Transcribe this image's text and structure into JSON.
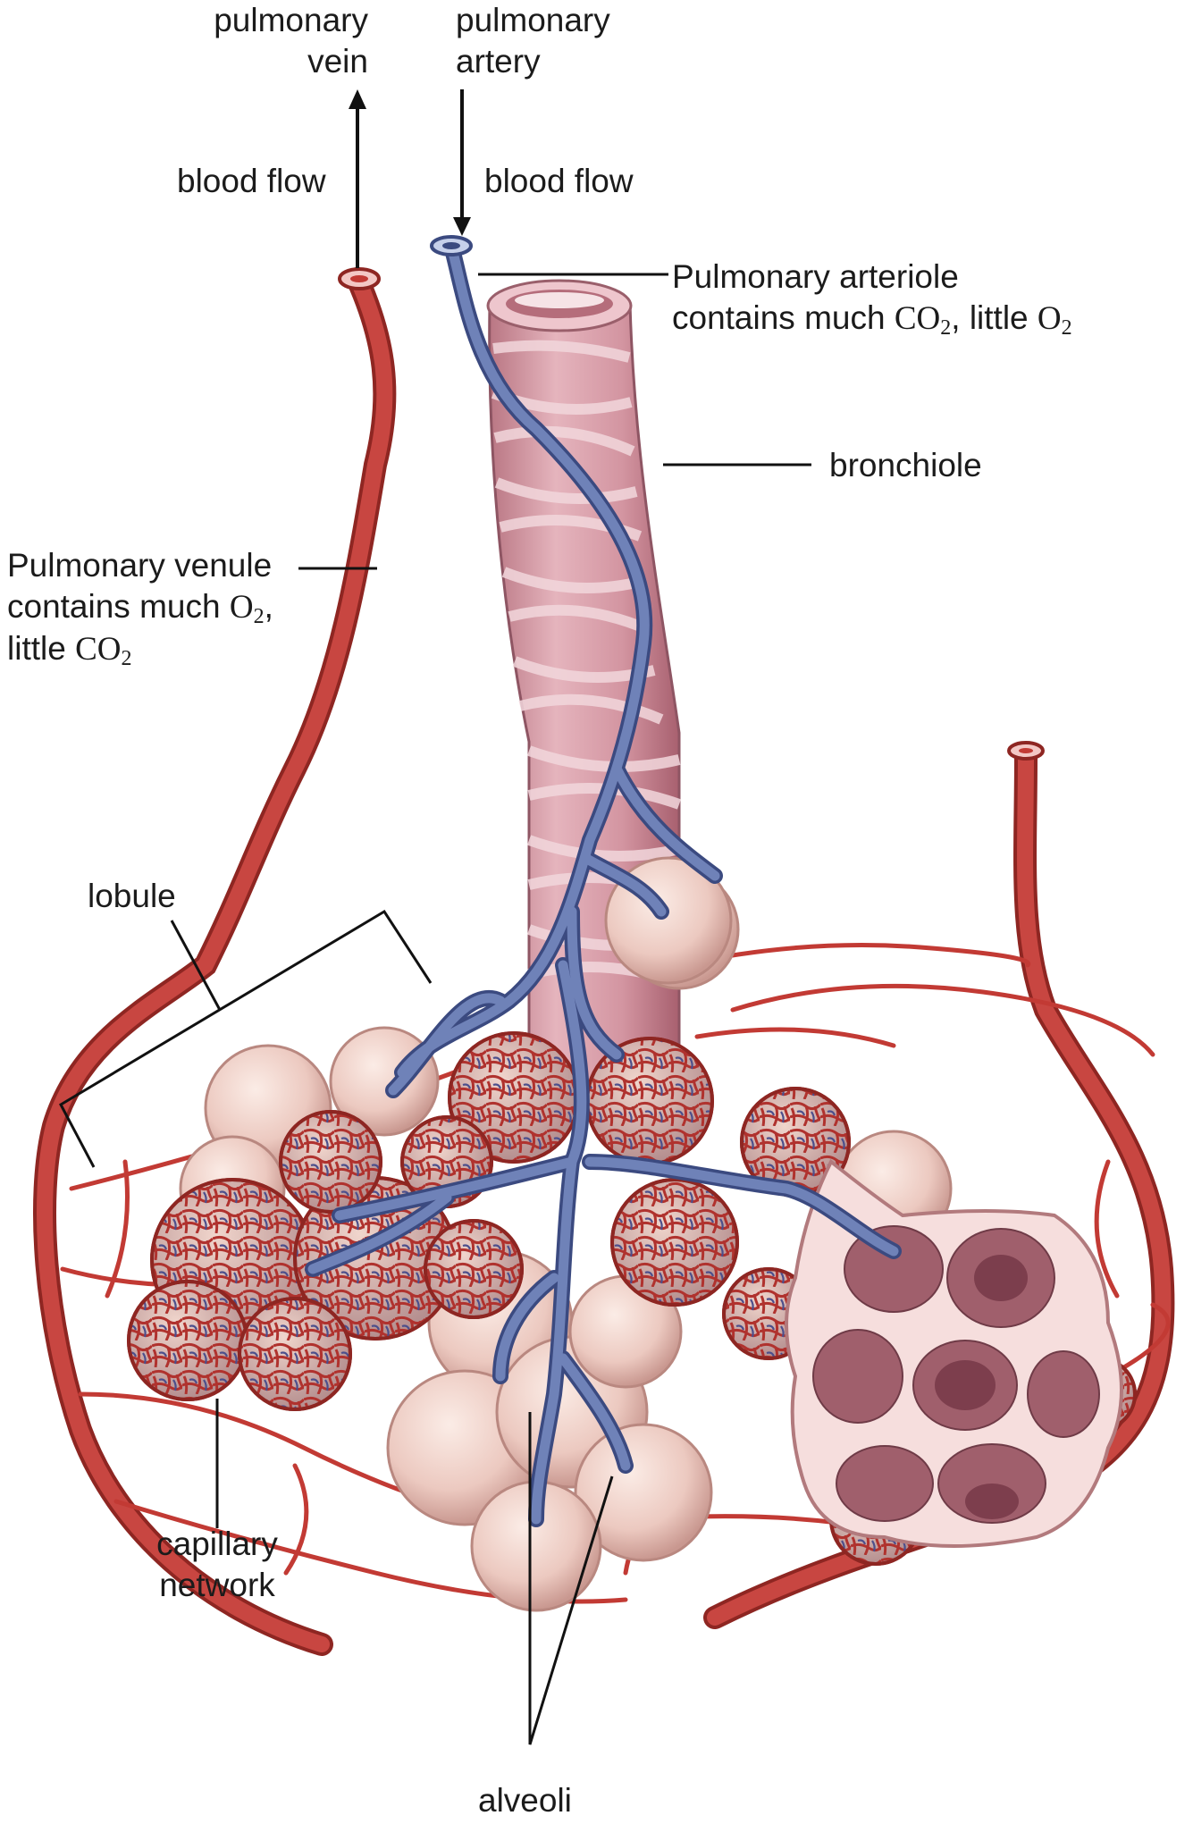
{
  "labels": {
    "pulmonary_vein": [
      "pulmonary",
      "vein"
    ],
    "pulmonary_artery": [
      "pulmonary",
      "artery"
    ],
    "blood_flow_left": "blood flow",
    "blood_flow_right": "blood flow",
    "pulmonary_arteriole": {
      "line1": "Pulmonary arteriole",
      "line2_prefix": "contains much ",
      "line2_chem1": "CO",
      "line2_chem1_sub": "2",
      "line2_mid": ", little ",
      "line2_chem2": "O",
      "line2_chem2_sub": "2"
    },
    "bronchiole": "bronchiole",
    "pulmonary_venule": {
      "line1": "Pulmonary venule",
      "line2_prefix": "contains much ",
      "line2_chem": "O",
      "line2_chem_sub": "2",
      "line2_suffix": ",",
      "line3_prefix": "little ",
      "line3_chem": "CO",
      "line3_chem_sub": "2"
    },
    "lobule": "lobule",
    "capillary_network": [
      "capillary",
      "network"
    ],
    "alveoli": "alveoli"
  },
  "colors": {
    "vein_red": "#c23a34",
    "vein_dark": "#8e2622",
    "artery_blue": "#5c6fa6",
    "artery_dark": "#3b4a80",
    "bronchiole_pink": "#d79aa6",
    "bronchiole_band": "#f1d4d9",
    "alveolus_pink": "#eccbc2",
    "alveolus_shade": "#d9aaa2",
    "cut_section": "#a86572",
    "leader_line": "#111111"
  }
}
